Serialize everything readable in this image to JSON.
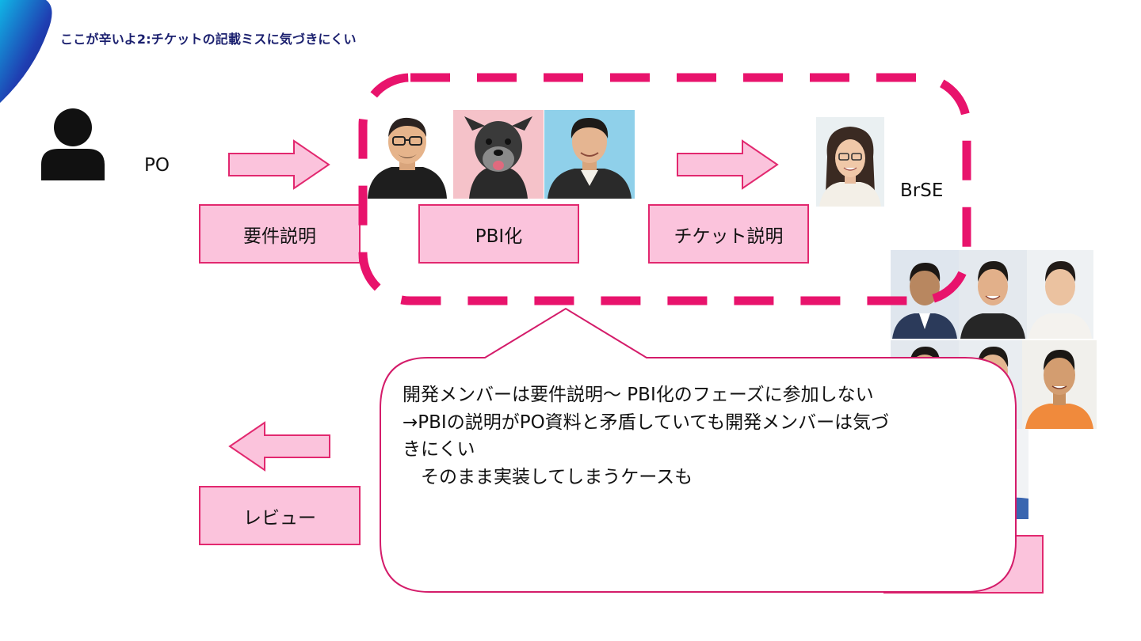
{
  "slide": {
    "title": "ここが辛いよ2:チケットの記載ミスに気づきにくい"
  },
  "actors": {
    "po_label": "PO",
    "brse_label": "BrSE"
  },
  "steps": {
    "requirements": "要件説明",
    "pbi": "PBI化",
    "ticket": "チケット説明",
    "review": "レビュー"
  },
  "callout": {
    "lines": [
      "開発メンバーは要件説明～ PBI化のフェーズに参加しない",
      "→PBIの説明がPO資料と矛盾していても開発メンバーは気づ",
      "きにくい",
      "　そのまま実装してしまうケースも"
    ]
  },
  "colors": {
    "accent": "#e2286f",
    "box_fill": "#fbc3dc",
    "dash": "#e8136c",
    "title": "#1a1f6e"
  }
}
